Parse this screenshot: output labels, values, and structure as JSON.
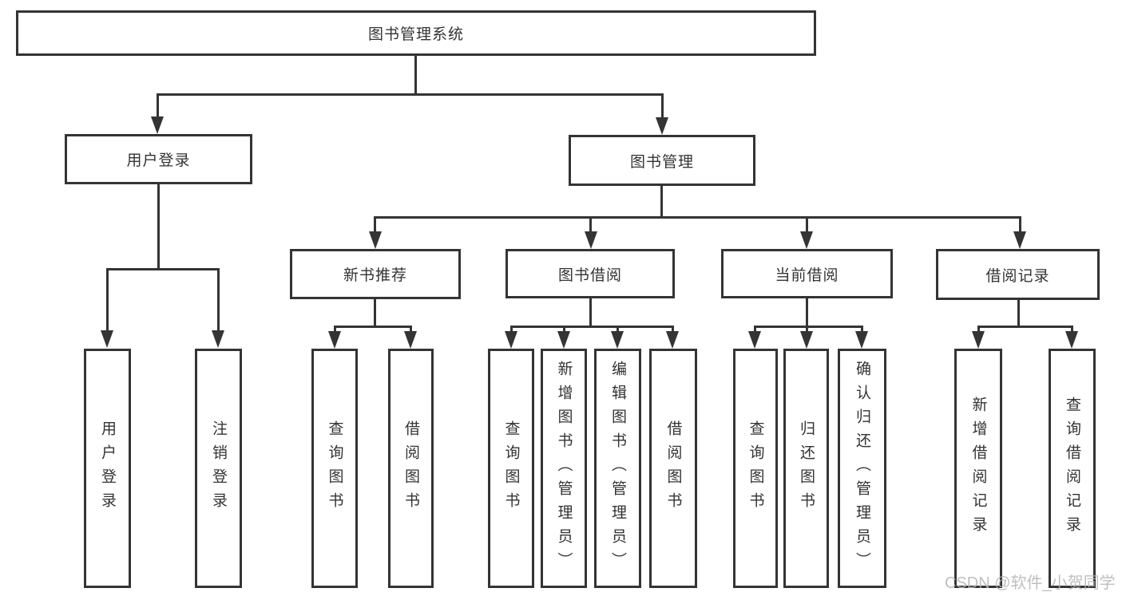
{
  "colors": {
    "line": "#343434",
    "text": "#333333",
    "box_bg": "#ffffff",
    "watermark": "#b5b5b5"
  },
  "watermark": {
    "text": "CSDN @软件_小贺同学"
  },
  "diagram": {
    "root": {
      "label": "图书管理系统"
    },
    "children": [
      {
        "label": "用户登录",
        "children": [
          {
            "label": "用户登录"
          },
          {
            "label": "注销登录"
          }
        ]
      },
      {
        "label": "图书管理",
        "children": [
          {
            "label": "新书推荐",
            "children": [
              {
                "label": "查询图书"
              },
              {
                "label": "借阅图书"
              }
            ]
          },
          {
            "label": "图书借阅",
            "children": [
              {
                "label": "查询图书"
              },
              {
                "label": "新增图书（管理员）"
              },
              {
                "label": "编辑图书（管理员）"
              },
              {
                "label": "借阅图书"
              }
            ]
          },
          {
            "label": "当前借阅",
            "children": [
              {
                "label": "查询图书"
              },
              {
                "label": "归还图书"
              },
              {
                "label": "确认归还（管理员）"
              }
            ]
          },
          {
            "label": "借阅记录",
            "children": [
              {
                "label": "新增借阅记录"
              },
              {
                "label": "查询借阅记录"
              }
            ]
          }
        ]
      }
    ]
  }
}
